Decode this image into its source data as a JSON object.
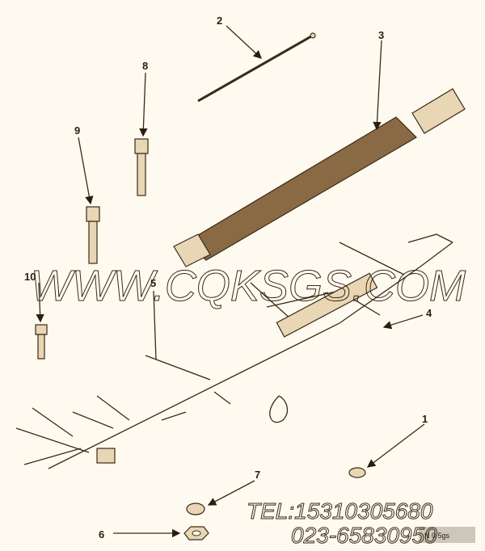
{
  "callouts": [
    "1",
    "2",
    "3",
    "4",
    "5",
    "6",
    "7",
    "8",
    "9",
    "10"
  ],
  "watermark": {
    "url": "WWW.CQKSGS.COM",
    "tel": "TEL:15310305680",
    "phone": "023-65830950"
  },
  "figure_code": "N 0 5gs",
  "colors": {
    "background": "#fefaf0",
    "ink": "#3a2a18",
    "part_fill": "#e8d6b4"
  }
}
